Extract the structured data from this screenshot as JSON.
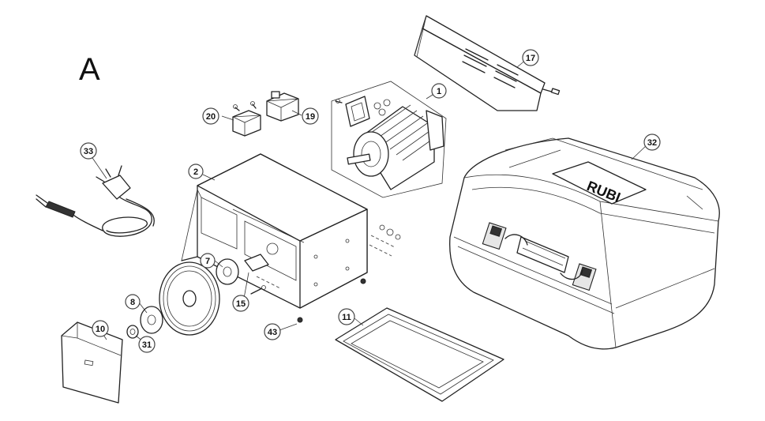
{
  "figure": {
    "panel_label": "A",
    "brand_text": "RUBI"
  },
  "callouts": [
    {
      "id": "c1",
      "label": "1"
    },
    {
      "id": "c2",
      "label": "2"
    },
    {
      "id": "c7",
      "label": "7"
    },
    {
      "id": "c8",
      "label": "8"
    },
    {
      "id": "c10",
      "label": "10"
    },
    {
      "id": "c11",
      "label": "11"
    },
    {
      "id": "c15",
      "label": "15"
    },
    {
      "id": "c17",
      "label": "17"
    },
    {
      "id": "c19",
      "label": "19"
    },
    {
      "id": "c20",
      "label": "20"
    },
    {
      "id": "c31",
      "label": "31"
    },
    {
      "id": "c32",
      "label": "32"
    },
    {
      "id": "c33",
      "label": "33"
    },
    {
      "id": "c43",
      "label": "43"
    }
  ]
}
